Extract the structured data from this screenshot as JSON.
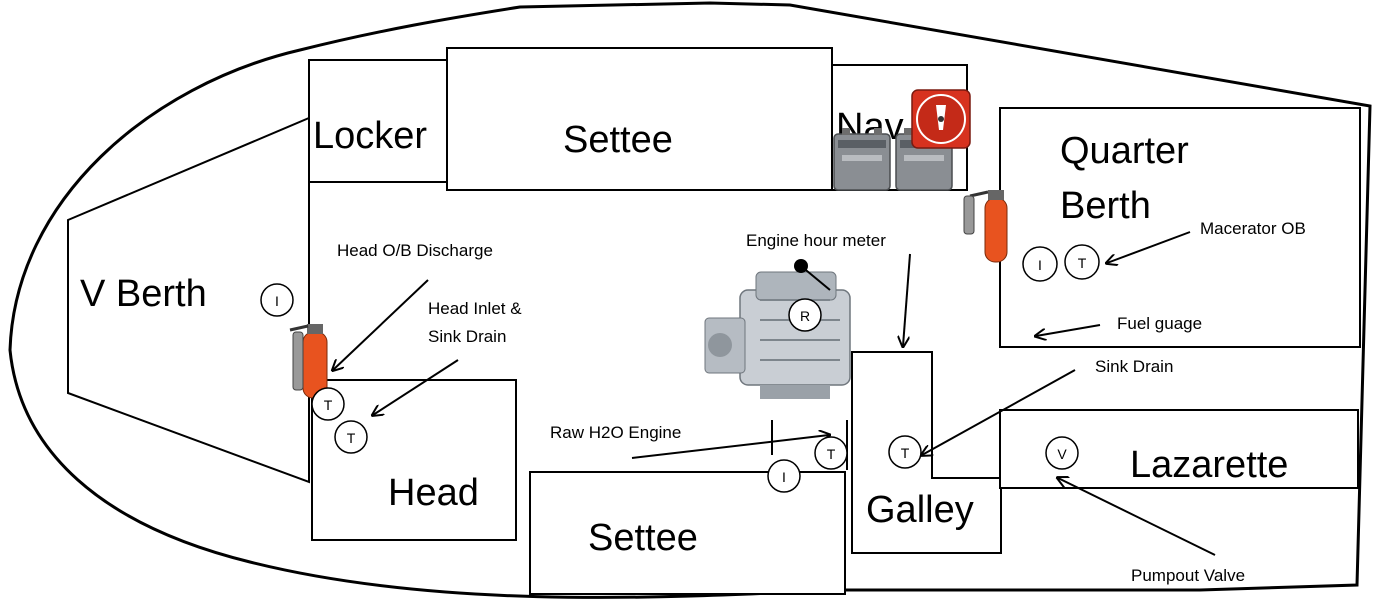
{
  "rooms": {
    "v_berth": "V Berth",
    "locker": "Locker",
    "settee_top": "Settee",
    "nav": "Nav",
    "quarter_berth_line1": "Quarter",
    "quarter_berth_line2": "Berth",
    "head": "Head",
    "settee_bottom": "Settee",
    "galley": "Galley",
    "lazarette": "Lazarette"
  },
  "callouts": {
    "head_ob_discharge": "Head O/B Discharge",
    "head_inlet_line1": "Head Inlet &",
    "head_inlet_line2": "Sink Drain",
    "engine_hour_meter": "Engine hour meter",
    "raw_h2o_engine": "Raw H2O Engine",
    "macerator_ob": "Macerator OB",
    "fuel_guage": "Fuel guage",
    "sink_drain": "Sink Drain",
    "pumpout_valve": "Pumpout Valve"
  },
  "badges": {
    "v_berth_i": "I",
    "head_t1": "T",
    "head_t2": "T",
    "engine_r": "R",
    "settee_i": "I",
    "settee_t": "T",
    "galley_t": "T",
    "quarter_i": "I",
    "quarter_t": "T",
    "lazarette_v": "V"
  },
  "icons": [
    "fire-extinguisher-icon",
    "battery-icon",
    "battery-switch-icon",
    "engine-icon"
  ],
  "colors": {
    "extinguisher": "#e8531f",
    "switch_red": "#d7321f",
    "battery_body": "#8a8e93"
  }
}
